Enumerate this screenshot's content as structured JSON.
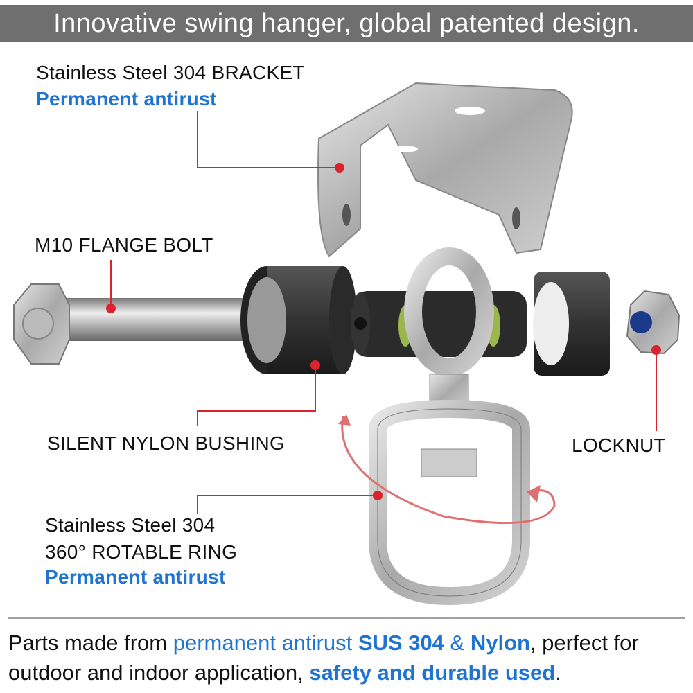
{
  "banner": {
    "title": "Innovative swing hanger, global patented design."
  },
  "labels": {
    "bracket": {
      "title": "Stainless Steel 304 BRACKET",
      "sub": "Permanent antirust"
    },
    "bolt": {
      "title": "M10 FLANGE BOLT"
    },
    "bushing": {
      "title": "SILENT NYLON BUSHING"
    },
    "locknut": {
      "title": "LOCKNUT"
    },
    "ring": {
      "line1": "Stainless Steel 304",
      "line2": "360° ROTABLE RING",
      "sub": "Permanent antirust"
    }
  },
  "footer": {
    "l1_a": "Parts made from ",
    "l1_b": "permanent antirust ",
    "l1_c": "SUS 304",
    "l1_d": " & ",
    "l1_e": "Nylon",
    "l1_f": ", perfect for",
    "l2_a": "outdoor and indoor application, ",
    "l2_b": "safety and durable used",
    "l2_c": "."
  },
  "colors": {
    "accent_blue": "#1f74d3",
    "leader_red": "#d9232e",
    "banner_gray": "#6f6f6f"
  }
}
